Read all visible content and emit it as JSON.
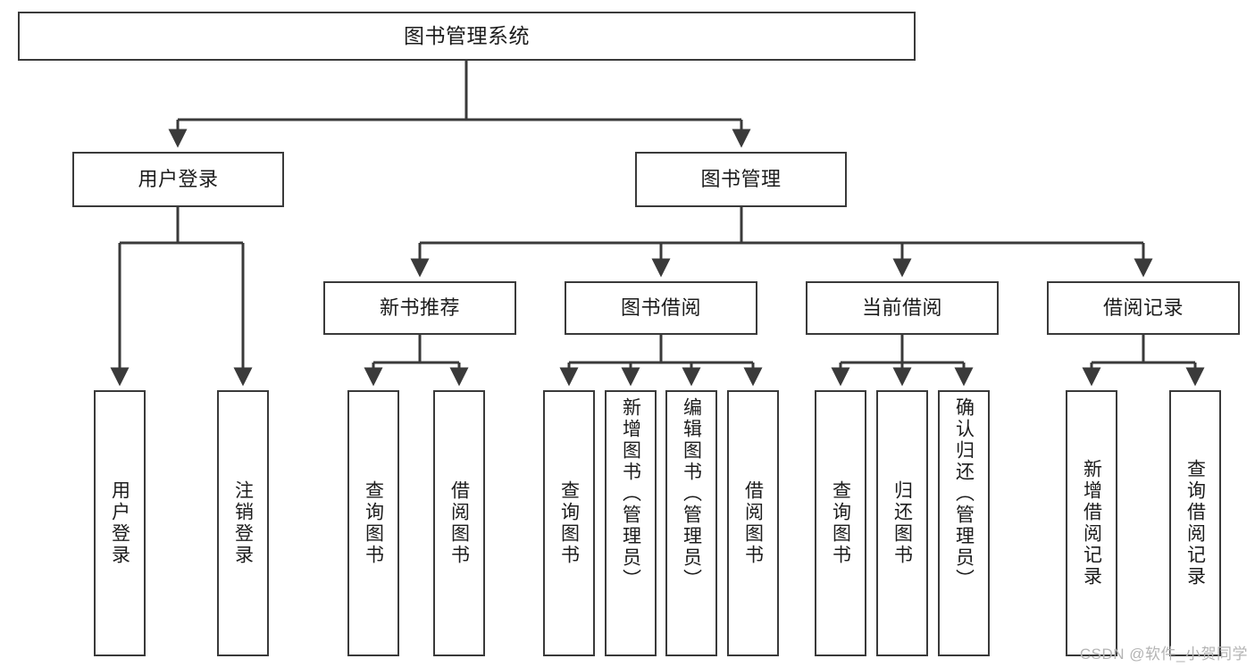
{
  "diagram": {
    "type": "tree",
    "title": "图书管理系统",
    "watermark": "CSDN @软件_小贺同学",
    "colors": {
      "box_border": "#3a3a3a",
      "box_fill": "#ffffff",
      "connector": "#3a3a3a",
      "text": "#1c1c1c",
      "watermark": "#b4b4b4",
      "background": "#ffffff"
    },
    "root": {
      "label": "图书管理系统"
    },
    "level1": [
      {
        "label": "用户登录"
      },
      {
        "label": "图书管理"
      }
    ],
    "level2": [
      {
        "label": "新书推荐"
      },
      {
        "label": "图书借阅"
      },
      {
        "label": "当前借阅"
      },
      {
        "label": "借阅记录"
      }
    ],
    "leaves": {
      "user_login": [
        {
          "label": "用户登录"
        },
        {
          "label": "注销登录"
        }
      ],
      "new_book_recommend": [
        {
          "label": "查询图书"
        },
        {
          "label": "借阅图书"
        }
      ],
      "book_borrow": [
        {
          "label": "查询图书"
        },
        {
          "label": "新增图书（管理员）"
        },
        {
          "label": "编辑图书（管理员）"
        },
        {
          "label": "借阅图书"
        }
      ],
      "current_borrow": [
        {
          "label": "查询图书"
        },
        {
          "label": "归还图书"
        },
        {
          "label": "确认归还（管理员）"
        }
      ],
      "borrow_record": [
        {
          "label": "新增借阅记录"
        },
        {
          "label": "查询借阅记录"
        }
      ]
    }
  }
}
